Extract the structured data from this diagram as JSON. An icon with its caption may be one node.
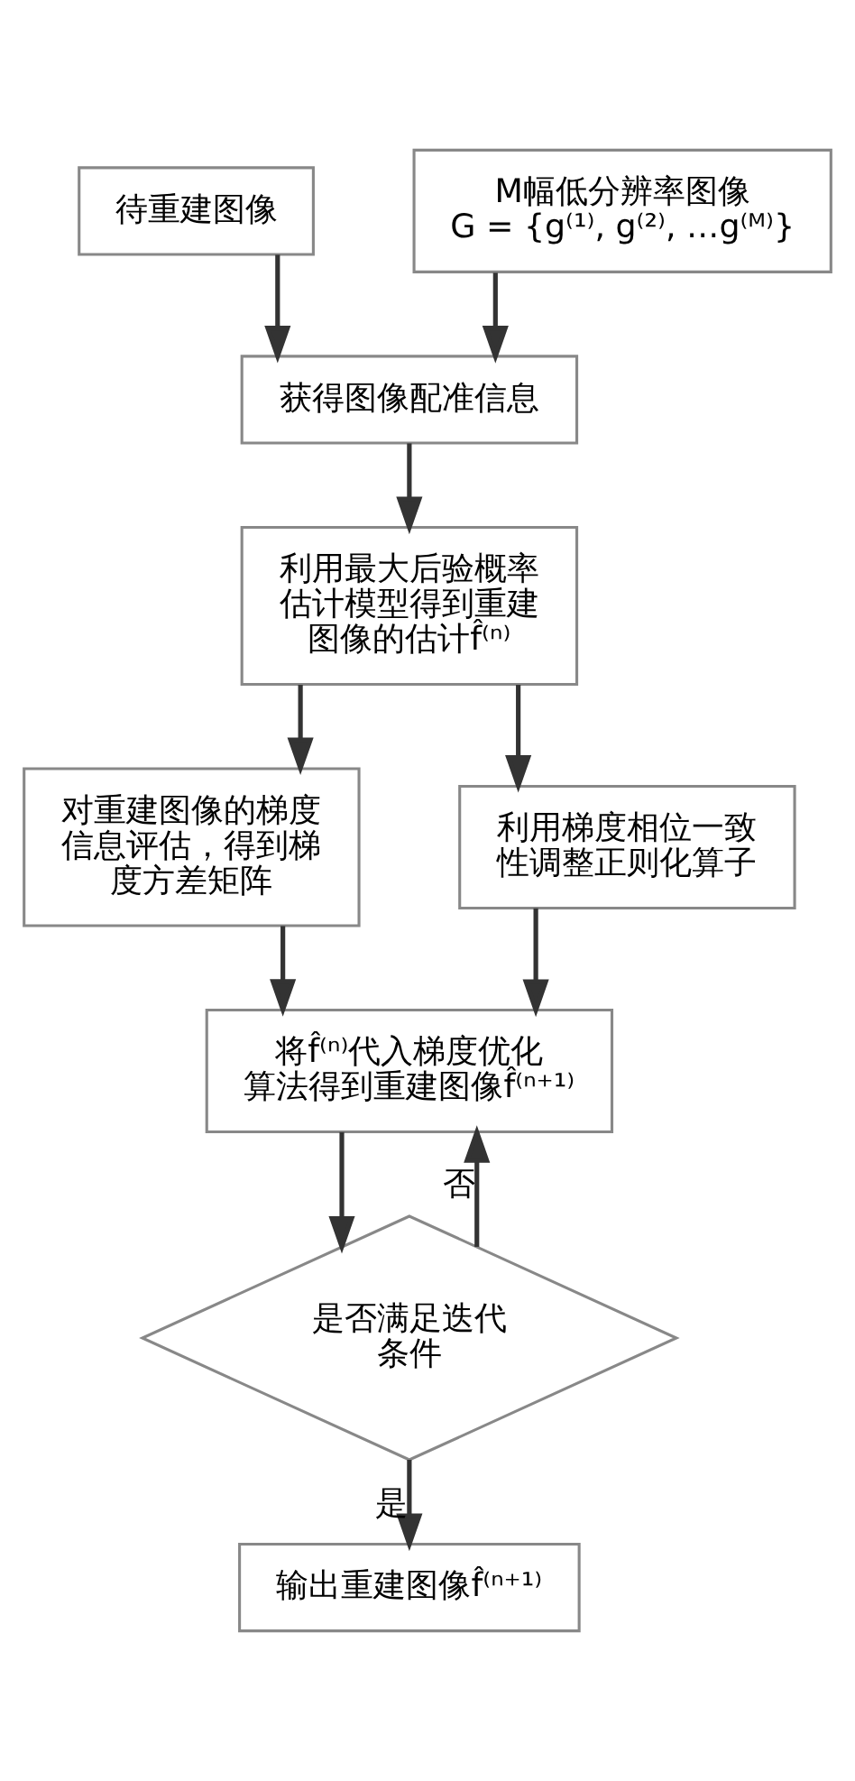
{
  "diagram": {
    "nodes": [
      {
        "text": [
          "待重建图像"
        ]
      },
      {
        "text": [
          "M幅低分辨率图像",
          "G = {g⁽¹⁾, g⁽²⁾, …g⁽ᴹ⁾}"
        ]
      },
      {
        "text": [
          "获得图像配准信息"
        ]
      },
      {
        "text": [
          "利用最大后验概率估计模型得到重建图像的估计f̂⁽ⁿ⁾"
        ]
      },
      {
        "text": [
          "对重建图像的梯度信息评估，得到梯度方差矩阵"
        ]
      },
      {
        "text": [
          "利用梯度相位一致性调整正则化算子"
        ]
      },
      {
        "text": [
          "将f̂⁽ⁿ⁾代入梯度优化算法得到重建图像f̂⁽ⁿ⁺¹⁾"
        ]
      },
      {
        "text": [
          "是否满足迭代条件"
        ]
      },
      {
        "text": [
          "输出重建图像f̂⁽ⁿ⁺¹⁾"
        ]
      }
    ],
    "edges": [
      {
        "from": 0,
        "to": 2,
        "arrow": "to"
      },
      {
        "from": 1,
        "to": 2,
        "arrow": "to"
      },
      {
        "from": 2,
        "to": 3,
        "arrow": "to"
      },
      {
        "from": 3,
        "to": 4,
        "arrow": "to"
      },
      {
        "from": 3,
        "to": 5,
        "arrow": "to"
      },
      {
        "from": 4,
        "to": 6,
        "arrow": "to"
      },
      {
        "from": 5,
        "to": 6,
        "arrow": "to"
      },
      {
        "from": 6,
        "to": 7,
        "arrow": "to"
      },
      {
        "from": 7,
        "to": 6,
        "arrow": "to",
        "label": "否"
      },
      {
        "from": 7,
        "to": 8,
        "arrow": "to",
        "label": "是"
      }
    ]
  }
}
